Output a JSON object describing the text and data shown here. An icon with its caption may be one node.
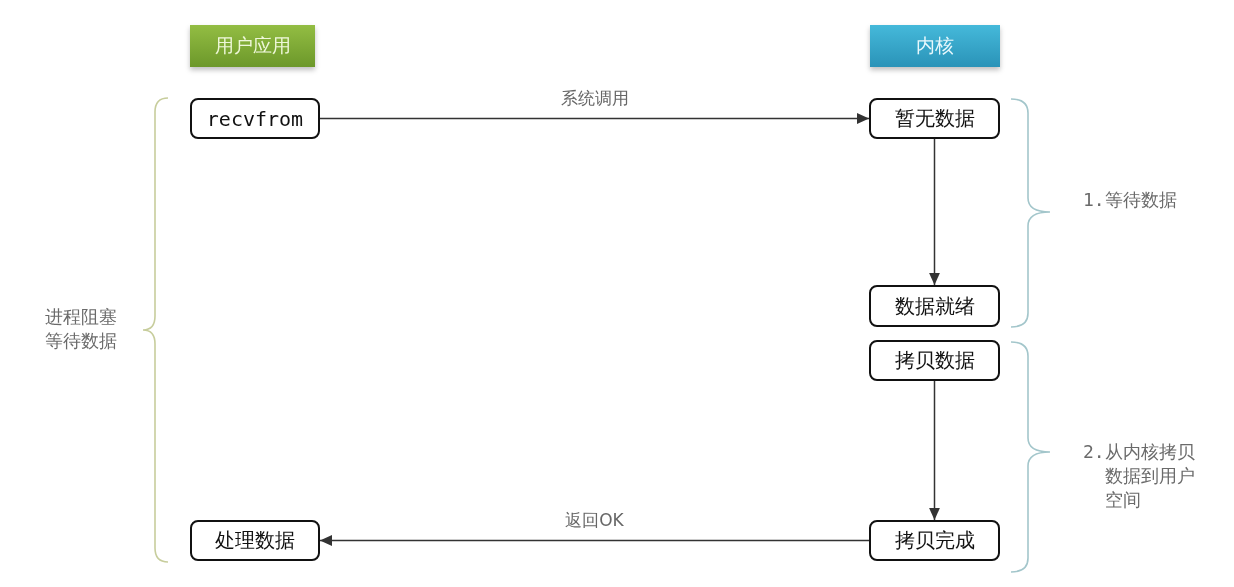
{
  "diagram": {
    "nodes": [
      {
        "text": [
          "用户应用"
        ]
      },
      {
        "text": [
          "内核"
        ]
      },
      {
        "text": [
          "recvfrom"
        ]
      },
      {
        "text": [
          "暂无数据"
        ]
      },
      {
        "text": [
          "数据就绪"
        ]
      },
      {
        "text": [
          "拷贝数据"
        ]
      },
      {
        "text": [
          "拷贝完成"
        ]
      },
      {
        "text": [
          "处理数据"
        ]
      }
    ],
    "edges": [
      {
        "from": 2,
        "to": 3,
        "arrow": "to",
        "label": "系统调用"
      },
      {
        "from": 3,
        "to": 4,
        "arrow": "to"
      },
      {
        "from": 5,
        "to": 6,
        "arrow": "to"
      },
      {
        "from": 6,
        "to": 7,
        "arrow": "to",
        "label": "返回OK"
      }
    ],
    "labels": [
      "1.等待数据",
      "进程阻塞等待数据",
      "2.从内核拷贝数据到用户空间"
    ]
  }
}
